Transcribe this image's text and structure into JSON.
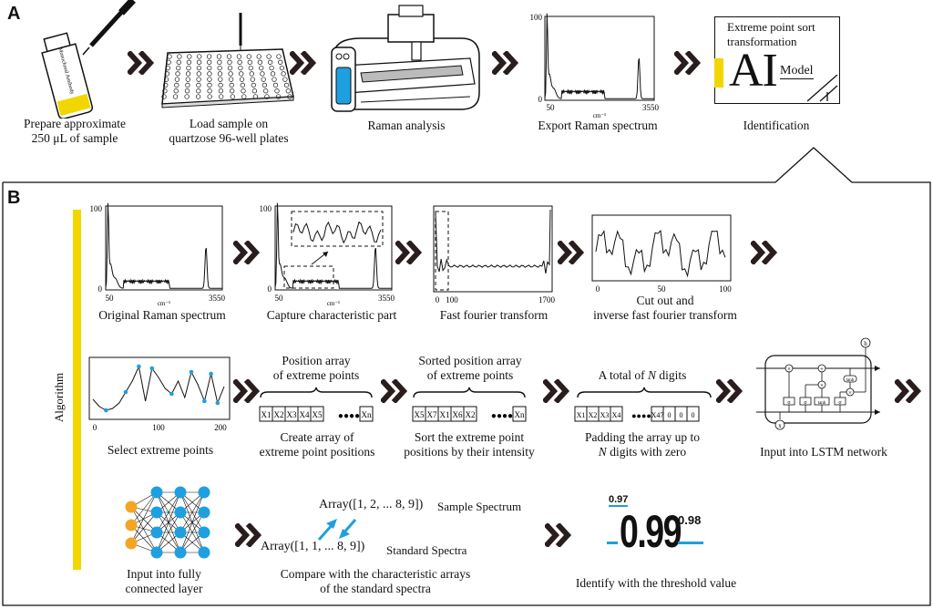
{
  "panels": {
    "a": "A",
    "b": "B"
  },
  "row_a": {
    "prepare": "Prepare approximate\n250 μL of sample",
    "vial_label": "Monoclonal Antibody",
    "load": "Load sample on\nquartzose 96-well plates",
    "raman": "Raman analysis",
    "export": "Export Raman spectrum",
    "export_axis": {
      "ymax": "100",
      "ymin": "0",
      "xmin": "50",
      "xmax": "3550",
      "xunit": "cm⁻¹"
    },
    "ai_box": {
      "title": "Extreme point sort\ntransformation",
      "ai": "AI",
      "model": "Model"
    },
    "identification": "Identification"
  },
  "algorithm_label": "Algorithm",
  "row_b1": {
    "original": "Original Raman spectrum",
    "original_axis": {
      "ymax": "100",
      "ymin": "0",
      "xmin": "50",
      "xmax": "3550",
      "xunit": "cm⁻¹"
    },
    "capture": "Capture characteristic part",
    "capture_axis": {
      "ymax": "100",
      "ymin": "0",
      "xmin": "50",
      "xmax": "3550",
      "xunit": "cm⁻¹"
    },
    "fft": "Fast fourier transform",
    "fft_axis": {
      "x0": "0",
      "x1": "100",
      "x2": "1700"
    },
    "ifft": "Cut out and\ninverse fast fourier transform",
    "ifft_axis": {
      "x0": "0",
      "x1": "50",
      "x2": "100"
    }
  },
  "row_b2": {
    "select": "Select extreme points",
    "select_axis": {
      "x0": "0",
      "x1": "100",
      "x2": "200"
    },
    "pos_title": "Position array\nof extreme points",
    "pos_cells": [
      "X1",
      "X2",
      "X3",
      "X4",
      "X5",
      "Xn"
    ],
    "pos_caption": "Create array of\nextreme point positions",
    "sorted_title": "Sorted position array\nof extreme points",
    "sorted_cells": [
      "X5",
      "X7",
      "X1",
      "X6",
      "X2",
      "Xn"
    ],
    "sorted_caption": "Sort the extreme point\npositions by their intensity",
    "total_title": "A total of N digits",
    "pad_cells": [
      "X1",
      "X2",
      "X3",
      "X4",
      "X47",
      "0",
      "0",
      "0"
    ],
    "pad_caption": "Padding the array up to\nN digits with zero",
    "lstm": "Input into LSTM network",
    "lstm_glyphs": {
      "h": "h",
      "x": "x",
      "sigma": "σ",
      "tanh": "tanh",
      "times": "×",
      "plus": "+"
    }
  },
  "row_b3": {
    "fc": "Input into fully\nconnected layer",
    "sample_array": "Array([1, 2, ... 8, 9])",
    "sample_label": "Sample Spectrum",
    "standard_array": "Array([1, 1, ... 8, 9])",
    "standard_label": "Standard Spectra",
    "compare": "Compare with the characteristic arrays\nof the standard spectra",
    "t_main": "0.99",
    "t_low": "0.97",
    "t_high": "0.98",
    "threshold": "Identify with the threshold value"
  },
  "colors": {
    "accent": "#1E9FE0",
    "yellow": "#F2D600",
    "node_orange": "#F4A623",
    "node_blue": "#1E9FE0",
    "dark": "#2a1d1d"
  }
}
